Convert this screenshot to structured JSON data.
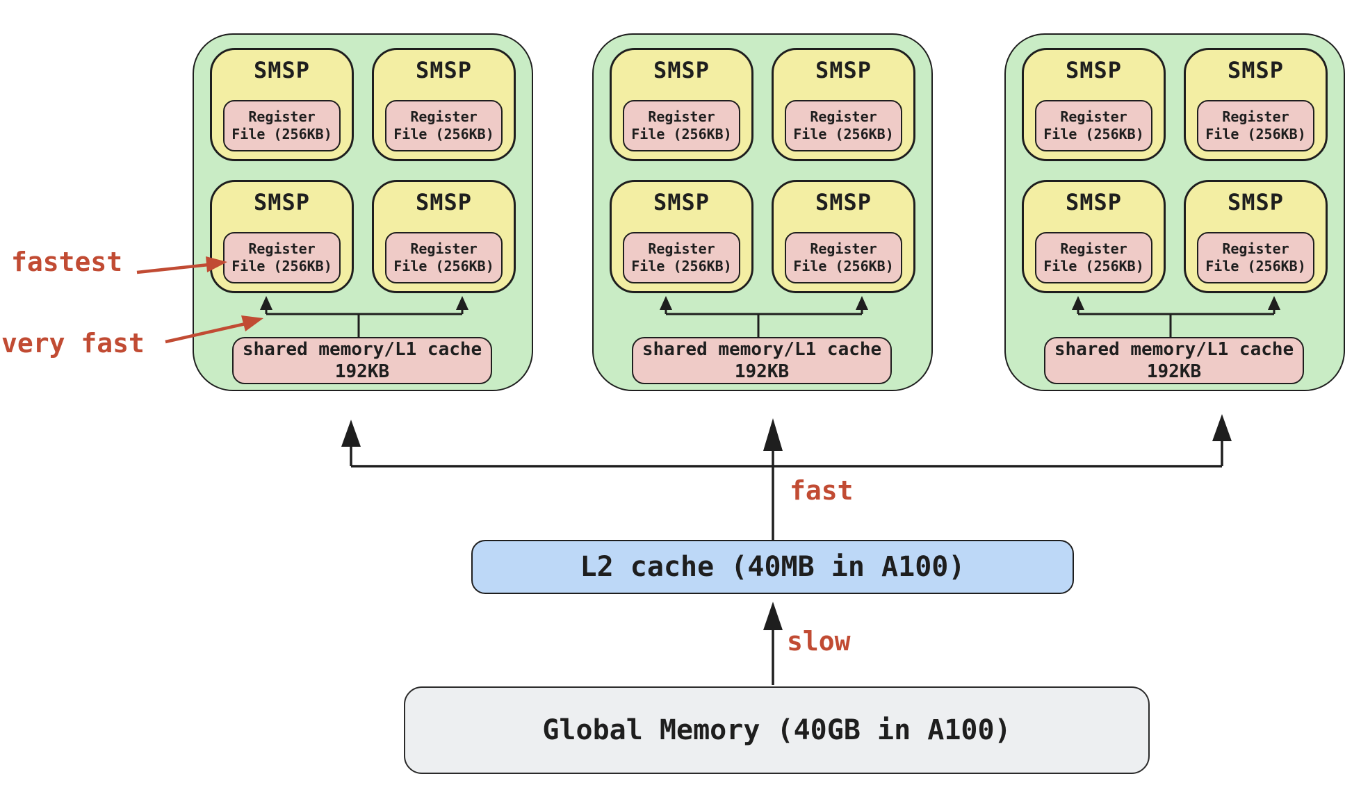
{
  "colors": {
    "sm_fill": "#c9ecc5",
    "smsp_fill": "#f3eea3",
    "register_fill": "#efcbc7",
    "l2_fill": "#bdd8f7",
    "global_fill": "#edeff1",
    "stroke": "#1e1e1e",
    "annotation_red": "#c14b33"
  },
  "sm_units": [
    {
      "smsps": [
        {
          "title": "SMSP",
          "register_line1": "Register",
          "register_line2": "File (256KB)"
        },
        {
          "title": "SMSP",
          "register_line1": "Register",
          "register_line2": "File (256KB)"
        },
        {
          "title": "SMSP",
          "register_line1": "Register",
          "register_line2": "File (256KB)"
        },
        {
          "title": "SMSP",
          "register_line1": "Register",
          "register_line2": "File (256KB)"
        }
      ],
      "shared_line1": "shared memory/L1 cache",
      "shared_line2": "192KB"
    },
    {
      "smsps": [
        {
          "title": "SMSP",
          "register_line1": "Register",
          "register_line2": "File (256KB)"
        },
        {
          "title": "SMSP",
          "register_line1": "Register",
          "register_line2": "File (256KB)"
        },
        {
          "title": "SMSP",
          "register_line1": "Register",
          "register_line2": "File (256KB)"
        },
        {
          "title": "SMSP",
          "register_line1": "Register",
          "register_line2": "File (256KB)"
        }
      ],
      "shared_line1": "shared memory/L1 cache",
      "shared_line2": "192KB"
    },
    {
      "smsps": [
        {
          "title": "SMSP",
          "register_line1": "Register",
          "register_line2": "File (256KB)"
        },
        {
          "title": "SMSP",
          "register_line1": "Register",
          "register_line2": "File (256KB)"
        },
        {
          "title": "SMSP",
          "register_line1": "Register",
          "register_line2": "File (256KB)"
        },
        {
          "title": "SMSP",
          "register_line1": "Register",
          "register_line2": "File (256KB)"
        }
      ],
      "shared_line1": "shared memory/L1 cache",
      "shared_line2": "192KB"
    }
  ],
  "l2_cache": {
    "label": "L2 cache (40MB in A100)"
  },
  "global_memory": {
    "label": "Global Memory (40GB in A100)"
  },
  "annotations": {
    "fastest": "fastest",
    "very_fast": "very fast",
    "fast": "fast",
    "slow": "slow"
  }
}
